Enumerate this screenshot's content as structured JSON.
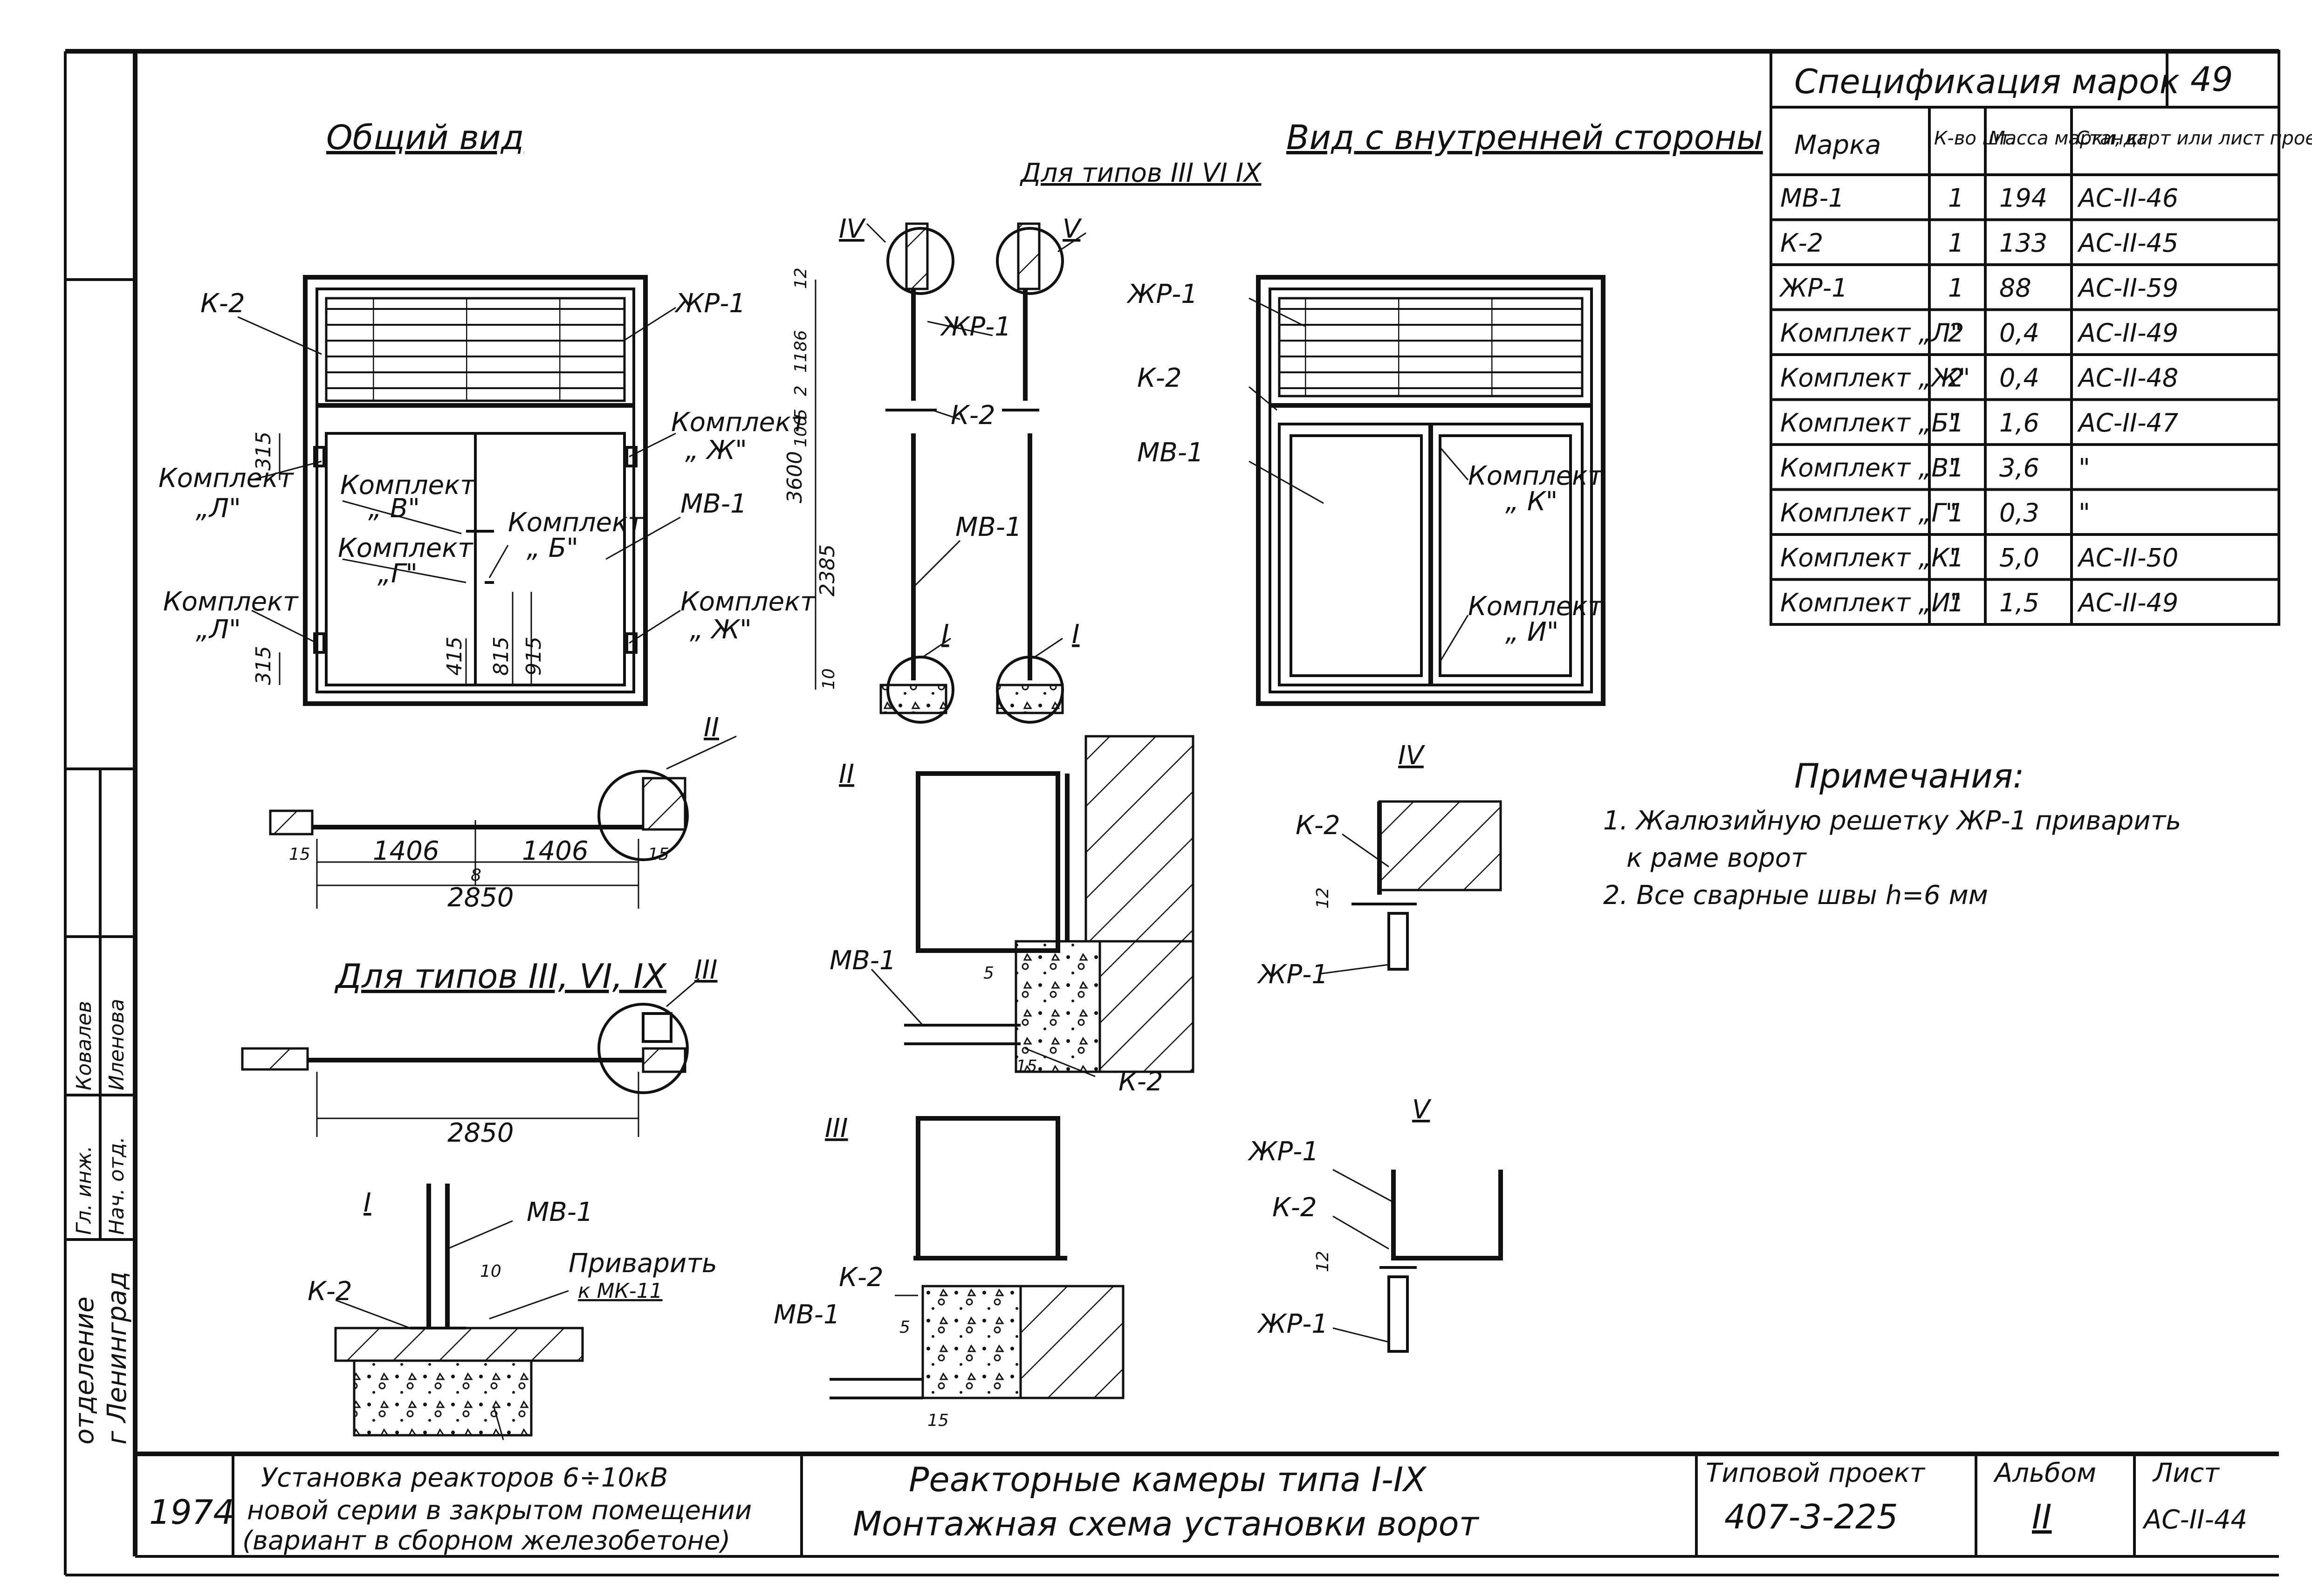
{
  "sheet_number": "49",
  "titles": {
    "general_view": "Общий вид",
    "inside_view": "Вид с внутренней стороны",
    "for_types_top": "Для типов III VI IX",
    "for_types": "Для типов III, VI, IX"
  },
  "labels": {
    "k2": "К-2",
    "zhr1": "ЖР-1",
    "mv1": "МВ-1",
    "komplekt": "Комплект",
    "k_l": "„Л\"",
    "k_v": "„ В\"",
    "k_g": "„Г\"",
    "k_b": "„ Б\"",
    "k_zh": "„ Ж\"",
    "k_k": "„ К\"",
    "k_i": "„ И\"",
    "weld": "Приварить",
    "weld_to": "к МК-11",
    "sec_I": "I",
    "sec_II": "II",
    "sec_III": "III",
    "sec_IV": "IV",
    "sec_V": "V"
  },
  "dimensions": {
    "d315a": "315",
    "d315b": "315",
    "d415": "415",
    "d815": "815",
    "d915": "915",
    "d12": "12",
    "d1186": "1186",
    "d2": "2",
    "d5": "5",
    "d100": "100",
    "d3600": "3600",
    "d2385": "2385",
    "d10": "10",
    "d15a": "15",
    "d15b": "15",
    "d1406a": "1406",
    "d1406b": "1406",
    "d8": "8",
    "d2850a": "2850",
    "d2850b": "2850",
    "d5b": "5",
    "d15c": "15",
    "d12b": "12",
    "d12c": "12",
    "d10b": "10",
    "d5c": "5",
    "d15d": "15"
  },
  "spec": {
    "title": "Спецификация марок",
    "headers": [
      "Марка",
      "К-во шт.",
      "Масса марки, кг",
      "Стандарт или лист проекта"
    ],
    "rows": [
      [
        "МВ-1",
        "1",
        "194",
        "АС-II-46"
      ],
      [
        "К-2",
        "1",
        "133",
        "АС-II-45"
      ],
      [
        "ЖР-1",
        "1",
        "88",
        "АС-II-59"
      ],
      [
        "Комплект „Л\"",
        "2",
        "0,4",
        "АС-II-49"
      ],
      [
        "Комплект „Ж\"",
        "2",
        "0,4",
        "АС-II-48"
      ],
      [
        "Комплект „Б\"",
        "1",
        "1,6",
        "АС-II-47"
      ],
      [
        "Комплект „В\"",
        "1",
        "3,6",
        "\""
      ],
      [
        "Комплект „Г\"",
        "1",
        "0,3",
        "\""
      ],
      [
        "Комплект „К\"",
        "1",
        "5,0",
        "АС-II-50"
      ],
      [
        "Комплект „И\"",
        "1",
        "1,5",
        "АС-II-49"
      ]
    ]
  },
  "notes": {
    "title": "Примечания:",
    "items": [
      "1. Жалюзийную решетку ЖР-1 приварить",
      "к раме ворот",
      "2. Все сварные швы h=6 мм"
    ]
  },
  "side_stamp": {
    "a": "отделение",
    "b": "г Ленинград",
    "c": "Гл. инж.",
    "d": "Нач. отд.",
    "e": "Ковалев",
    "f": "Иленова"
  },
  "title_block": {
    "year": "1974",
    "desc_line1": "Установка реакторов 6÷10кВ",
    "desc_line2": "новой серии в закрытом помещении",
    "desc_line3": "(вариант в сборном железобетоне)",
    "drawing_line1": "Реакторные камеры типа I-IX",
    "drawing_line2": "Монтажная схема установки ворот",
    "project_label": "Типовой проект",
    "project_value": "407-3-225",
    "album_label": "Альбом",
    "album_value": "II",
    "sheet_label": "Лист",
    "sheet_value": "АС-II-44"
  }
}
